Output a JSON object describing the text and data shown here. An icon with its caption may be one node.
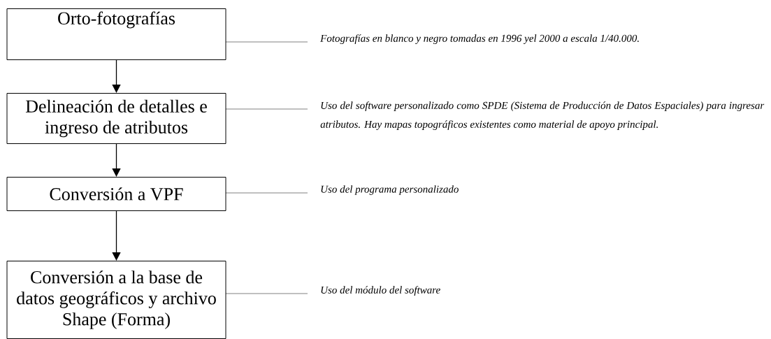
{
  "diagram": {
    "nodes": [
      {
        "text": [
          "Orto-fotografías"
        ]
      },
      {
        "text": [
          "Delineación de detalles e ingreso de atributos"
        ]
      },
      {
        "text": [
          "Conversión a VPF"
        ]
      },
      {
        "text": [
          "Conversión a la base de datos geográficos y archivo Shape (Forma)"
        ]
      },
      {
        "text": [
          "Fotografías en blanco y negro tomadas en 1996 yel 2000 a escala 1/40.000."
        ]
      },
      {
        "text": [
          "Uso del software personalizado como SPDE (Sistema de Producción de Datos Espaciales) para ingresar atributos. Hay mapas topográficos existentes como material de apoyo principal."
        ]
      },
      {
        "text": [
          "Uso del programa personalizado"
        ]
      },
      {
        "text": [
          "Uso del módulo del software"
        ]
      }
    ],
    "edges": [
      {
        "from": 0,
        "to": 1,
        "arrow": "to"
      },
      {
        "from": 1,
        "to": 2,
        "arrow": "to"
      },
      {
        "from": 2,
        "to": 3,
        "arrow": "to"
      },
      {
        "from": 0,
        "to": 4,
        "arrow": "none",
        "style": "dashed"
      },
      {
        "from": 1,
        "to": 5,
        "arrow": "none",
        "style": "dashed"
      },
      {
        "from": 2,
        "to": 6,
        "arrow": "none",
        "style": "dashed"
      },
      {
        "from": 3,
        "to": 7,
        "arrow": "none",
        "style": "dashed"
      }
    ]
  }
}
